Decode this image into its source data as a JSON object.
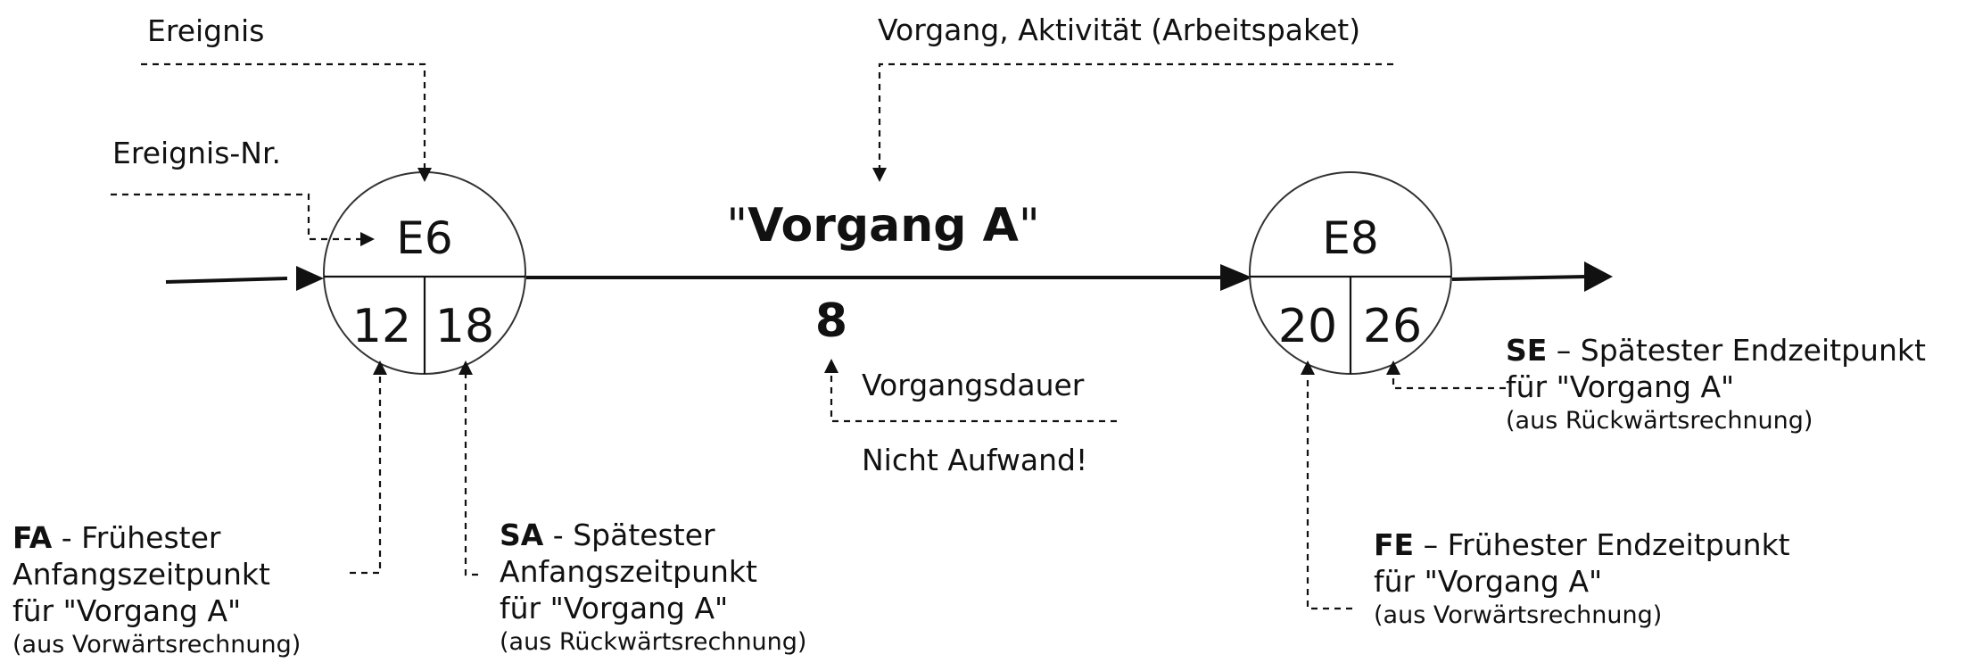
{
  "top_labels": {
    "ereignis": "Ereignis",
    "ereignis_nr": "Ereignis-Nr.",
    "vorgang": "Vorgang, Aktivität (Arbeitspaket)"
  },
  "activity": {
    "quote_open": "\"",
    "name": "Vorgang A",
    "quote_close": "\"",
    "duration": "8",
    "duration_label": "Vorgangsdauer",
    "duration_note": "Nicht Aufwand!"
  },
  "events": [
    {
      "id": "E6",
      "earliest": "12",
      "latest": "18"
    },
    {
      "id": "E8",
      "earliest": "20",
      "latest": "26"
    }
  ],
  "annotations": {
    "fa": {
      "abbr": "FA",
      "text": " - Frühester",
      "line2": "Anfangszeitpunkt",
      "line3": "für \"Vorgang A\"",
      "note": "(aus Vorwärtsrechnung)"
    },
    "sa": {
      "abbr": "SA",
      "text": " - Spätester",
      "line2": "Anfangszeitpunkt",
      "line3": "für \"Vorgang A\"",
      "note": "(aus Rückwärtsrechnung)"
    },
    "se": {
      "abbr": "SE",
      "text": " – Spätester Endzeitpunkt",
      "line2": "für \"Vorgang A\"",
      "note": "(aus Rückwärtsrechnung)"
    },
    "fe": {
      "abbr": "FE",
      "text": " – Frühester Endzeitpunkt",
      "line2": "für \"Vorgang A\"",
      "note": "(aus Vorwärtsrechnung)"
    }
  }
}
